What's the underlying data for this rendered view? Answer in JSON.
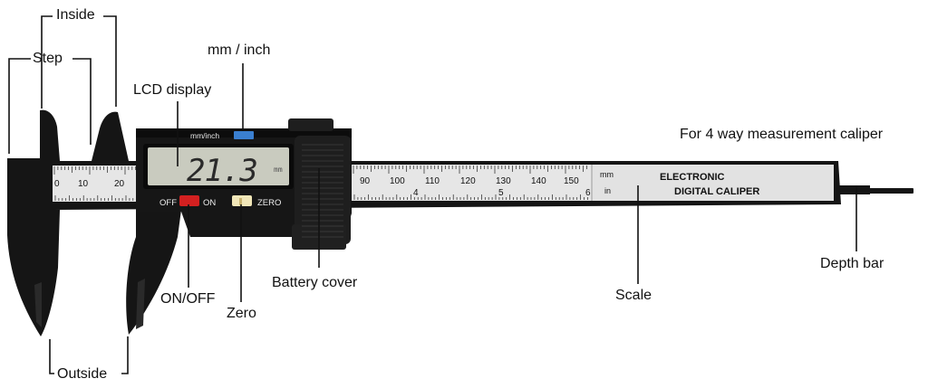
{
  "labels": {
    "inside": "Inside",
    "step": "Step",
    "outside": "Outside",
    "mm_inch": "mm / inch",
    "lcd_display": "LCD display",
    "on_off": "ON/OFF",
    "zero": "Zero",
    "battery_cover": "Battery cover",
    "scale": "Scale",
    "depth_bar": "Depth bar",
    "caption": "For 4 way measurement caliper"
  },
  "device": {
    "lcd_reading": "21.3",
    "lcd_unit": "mm",
    "mode_button_label": "mm/inch",
    "off_label": "OFF",
    "on_label": "ON",
    "zero_label": "ZERO",
    "scale_mm_unit": "mm",
    "scale_in_unit": "in",
    "brand_line1": "ELECTRONIC",
    "brand_line2": "DIGITAL CALIPER",
    "scale_numbers_left": [
      "0",
      "10",
      "20"
    ],
    "scale_numbers_right": [
      "90",
      "100",
      "110",
      "120",
      "130",
      "140",
      "150"
    ],
    "inch_numbers": [
      "4",
      "5",
      "6"
    ]
  },
  "colors": {
    "body": "#151515",
    "scale_face": "#e6e6e6",
    "lcd_face": "#c9cbbf",
    "lcd_digits": "#2a2a2a",
    "off_button": "#d32020",
    "zero_button": "#f1e6b8",
    "mode_button": "#3a7fd0",
    "leader_line": "#111111"
  }
}
